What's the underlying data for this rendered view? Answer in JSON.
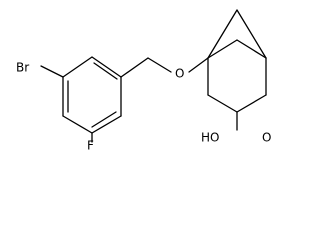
{
  "atoms": {
    "br": "Br",
    "f": "F",
    "o_ether": "O",
    "cooh": "HO",
    "o_carbonyl": "O"
  },
  "colors": {
    "ink": "#000000",
    "background": "#ffffff"
  }
}
